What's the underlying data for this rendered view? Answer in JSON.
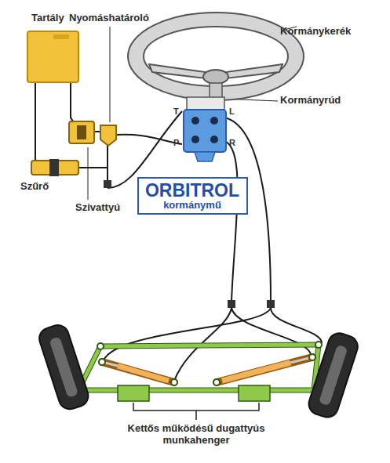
{
  "diagram": {
    "nodes": [
      {
        "text": [
          "ORBITROL",
          "kormánymű"
        ]
      }
    ],
    "labels": [
      "Nyomáshatároló",
      "Tartály",
      "Kormánykerék",
      "Kormányrúd",
      "T",
      "L",
      "P",
      "R",
      "Szűrő",
      "Szivattyú",
      "Kettős működésű dugattyús munkahenger"
    ]
  }
}
